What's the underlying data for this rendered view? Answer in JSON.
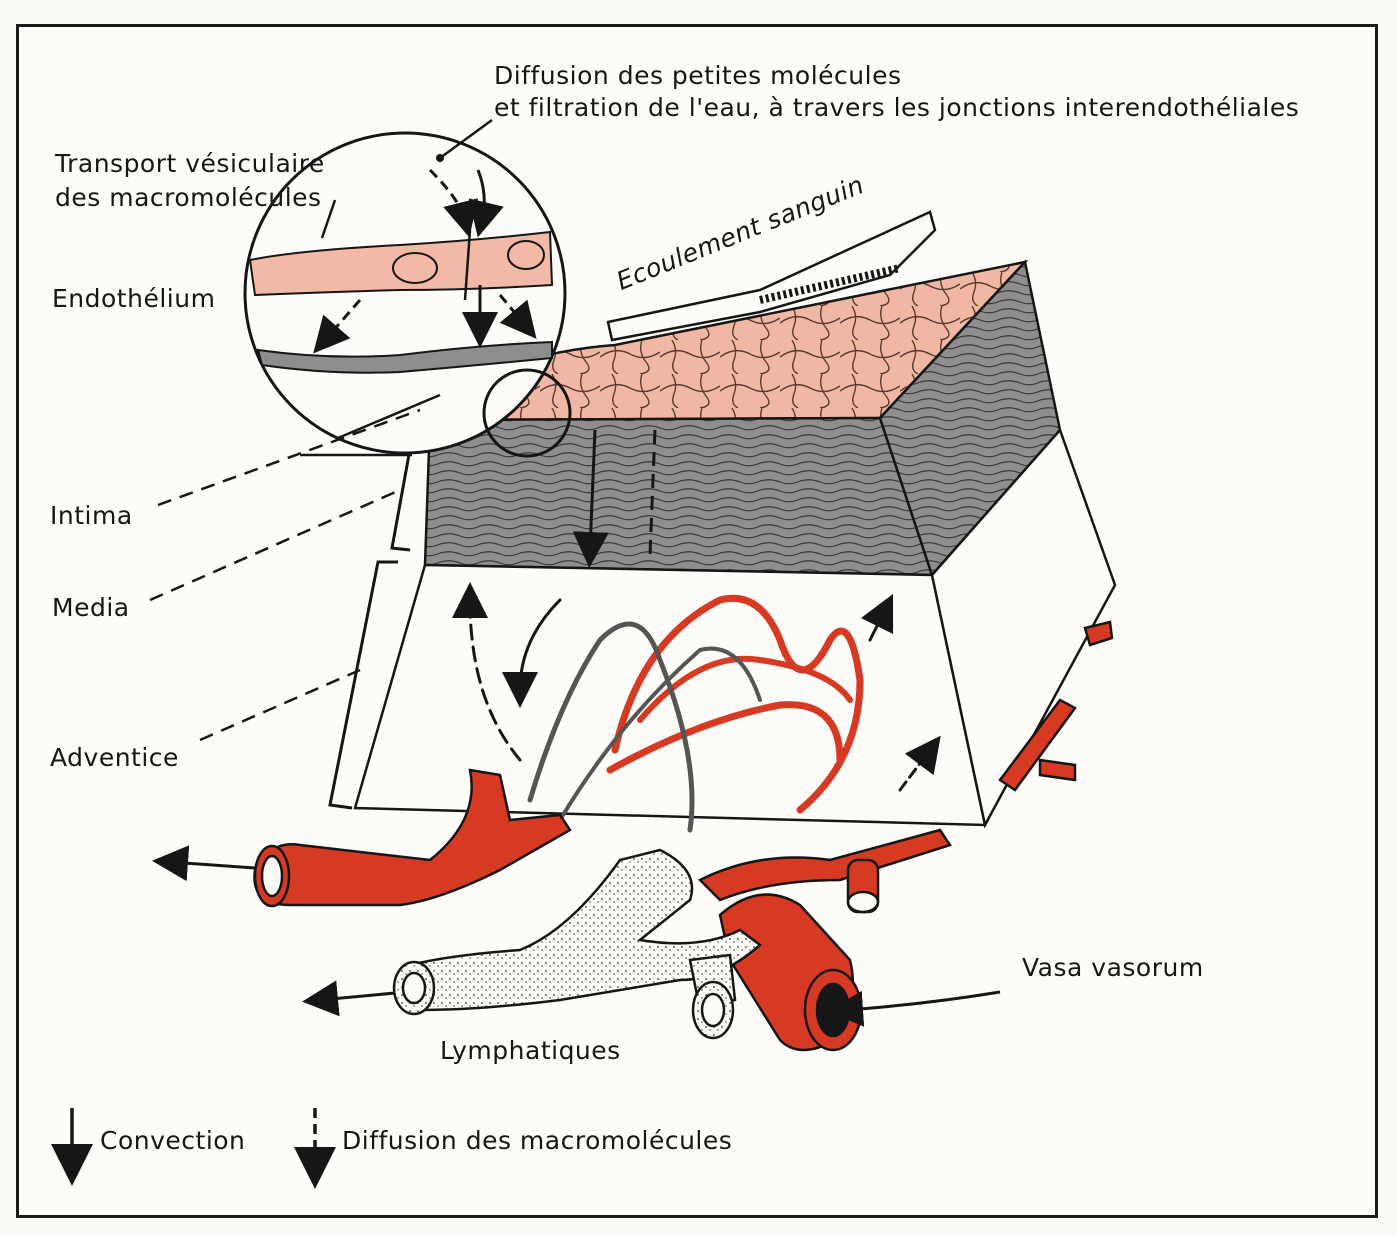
{
  "labels": {
    "diffusion_title_line1": "Diffusion des petites molécules",
    "diffusion_title_line2": "et filtration de l'eau, à travers les jonctions interendothéliales",
    "transport_line1": "Transport vésiculaire",
    "transport_line2": "des macromolécules",
    "endothelium": "Endothélium",
    "ecoulement": "Ecoulement sanguin",
    "intima": "Intima",
    "media": "Media",
    "adventice": "Adventice",
    "vasa_vasorum": "Vasa vasorum",
    "lymphatiques": "Lymphatiques"
  },
  "legend": {
    "convection": "Convection",
    "diffusion_macro": "Diffusion des macromolécules"
  },
  "colors": {
    "vessel_red": "#d63a22",
    "endothelium_pink": "#f1b9a6",
    "media_gray": "#8d8d8d",
    "line_black": "#161616"
  }
}
